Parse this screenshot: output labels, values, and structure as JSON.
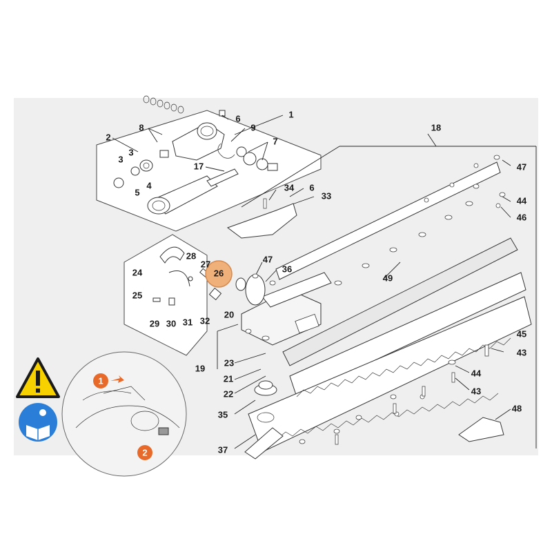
{
  "diagram": {
    "highlighted_part": "26",
    "highlight_color": "#f0b07a",
    "warning_color": "#f7d200",
    "manual_icon_color": "#2a7ed8",
    "callout_color": "#e86a2a",
    "labels": [
      {
        "id": "1",
        "text": "1"
      },
      {
        "id": "2",
        "text": "2"
      },
      {
        "id": "3a",
        "text": "3"
      },
      {
        "id": "3b",
        "text": "3"
      },
      {
        "id": "4",
        "text": "4"
      },
      {
        "id": "5",
        "text": "5"
      },
      {
        "id": "6a",
        "text": "6"
      },
      {
        "id": "6b",
        "text": "6"
      },
      {
        "id": "7",
        "text": "7"
      },
      {
        "id": "8",
        "text": "8"
      },
      {
        "id": "9",
        "text": "9"
      },
      {
        "id": "17",
        "text": "17"
      },
      {
        "id": "18",
        "text": "18"
      },
      {
        "id": "19",
        "text": "19"
      },
      {
        "id": "20",
        "text": "20"
      },
      {
        "id": "21",
        "text": "21"
      },
      {
        "id": "22",
        "text": "22"
      },
      {
        "id": "23",
        "text": "23"
      },
      {
        "id": "24",
        "text": "24"
      },
      {
        "id": "25",
        "text": "25"
      },
      {
        "id": "26",
        "text": "26"
      },
      {
        "id": "27",
        "text": "27"
      },
      {
        "id": "28",
        "text": "28"
      },
      {
        "id": "29",
        "text": "29"
      },
      {
        "id": "30",
        "text": "30"
      },
      {
        "id": "31",
        "text": "31"
      },
      {
        "id": "32",
        "text": "32"
      },
      {
        "id": "33",
        "text": "33"
      },
      {
        "id": "34",
        "text": "34"
      },
      {
        "id": "35",
        "text": "35"
      },
      {
        "id": "36",
        "text": "36"
      },
      {
        "id": "37",
        "text": "37"
      },
      {
        "id": "43a",
        "text": "43"
      },
      {
        "id": "43b",
        "text": "43"
      },
      {
        "id": "44a",
        "text": "44"
      },
      {
        "id": "44b",
        "text": "44"
      },
      {
        "id": "45",
        "text": "45"
      },
      {
        "id": "46",
        "text": "46"
      },
      {
        "id": "47a",
        "text": "47"
      },
      {
        "id": "47b",
        "text": "47"
      },
      {
        "id": "48",
        "text": "48"
      },
      {
        "id": "49",
        "text": "49"
      }
    ],
    "callouts": [
      "1",
      "2"
    ]
  }
}
